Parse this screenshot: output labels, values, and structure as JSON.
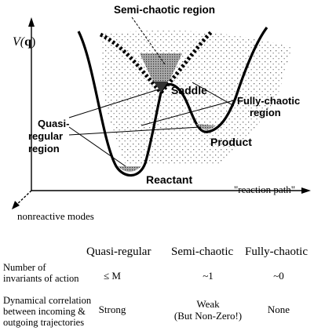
{
  "diagram": {
    "y_axis_label_prefix": "V(",
    "y_axis_label_var": "q",
    "y_axis_label_suffix": ")",
    "x_axis_label": "\"reaction path\"",
    "z_axis_label": "nonreactive modes",
    "labels": {
      "semi_chaotic": "Semi-chaotic region",
      "saddle": "Saddle",
      "fully_chaotic_1": "Fully-chaotic",
      "fully_chaotic_2": "region",
      "quasi_1": "Quasi-",
      "quasi_2": "regular",
      "quasi_3": "region",
      "product": "Product",
      "reactant": "Reactant"
    }
  },
  "table": {
    "columns": [
      "Quasi-regular",
      "Semi-chaotic",
      "Fully-chaotic"
    ],
    "rows": [
      {
        "label_lines": [
          "Number of",
          "invariants of action"
        ],
        "values": [
          "≤ M",
          "~1",
          "~0"
        ]
      },
      {
        "label_lines": [
          "Dynamical correlation",
          "between incoming &",
          "outgoing trajectories"
        ],
        "values": [
          "Strong",
          "Weak",
          "None"
        ],
        "note": "(But Non-Zero!)"
      }
    ]
  }
}
